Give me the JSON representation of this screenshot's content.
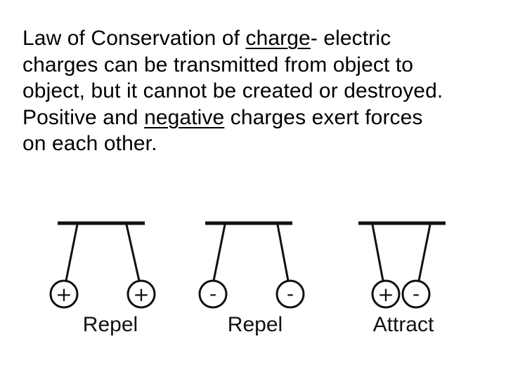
{
  "text": {
    "line1_pre": "Law of Conservation of ",
    "line1_term": "charge",
    "line1_post": "- electric",
    "line2": "charges can be transmitted from object to",
    "line3": "object, but it cannot be created or destroyed.",
    "line4_pre": "Positive and ",
    "line4_term": "negative",
    "line4_post": " charges exert forces",
    "line5": "on each other."
  },
  "diagram": {
    "groups": [
      {
        "left_sign": "+",
        "right_sign": "+",
        "label": "Repel"
      },
      {
        "left_sign": "-",
        "right_sign": "-",
        "label": "Repel"
      },
      {
        "left_sign": "+",
        "right_sign": "-",
        "label": "Attract"
      }
    ]
  }
}
